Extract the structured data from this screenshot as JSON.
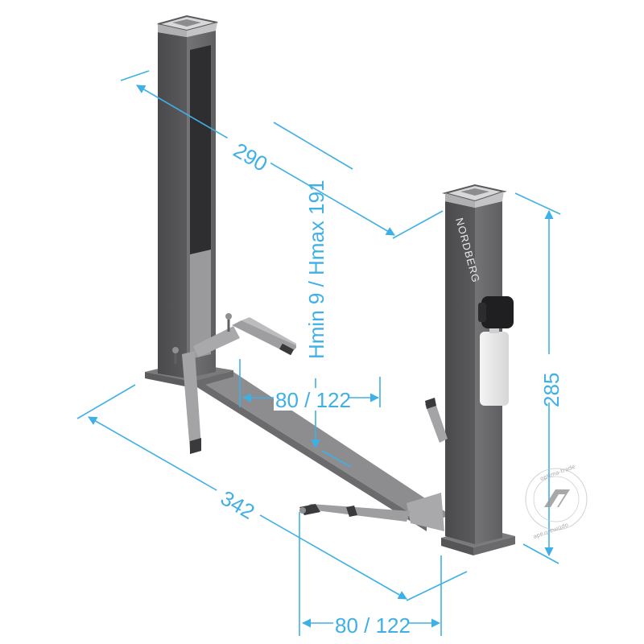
{
  "brand": "NORDBERG",
  "watermark": {
    "text_top": "optima-trade",
    "text_bottom": "optima-trade"
  },
  "dimensions": {
    "span_top": "290",
    "height_range": "Hmin 9 / Hmax 191",
    "arm_reach_upper": "80 / 122",
    "base_length": "342",
    "column_height": "285",
    "arm_reach_lower": "80 / 122"
  },
  "colors": {
    "dimension": "#3fb0e6",
    "column": "#6d6d6f",
    "base": "#8a8a8c"
  }
}
